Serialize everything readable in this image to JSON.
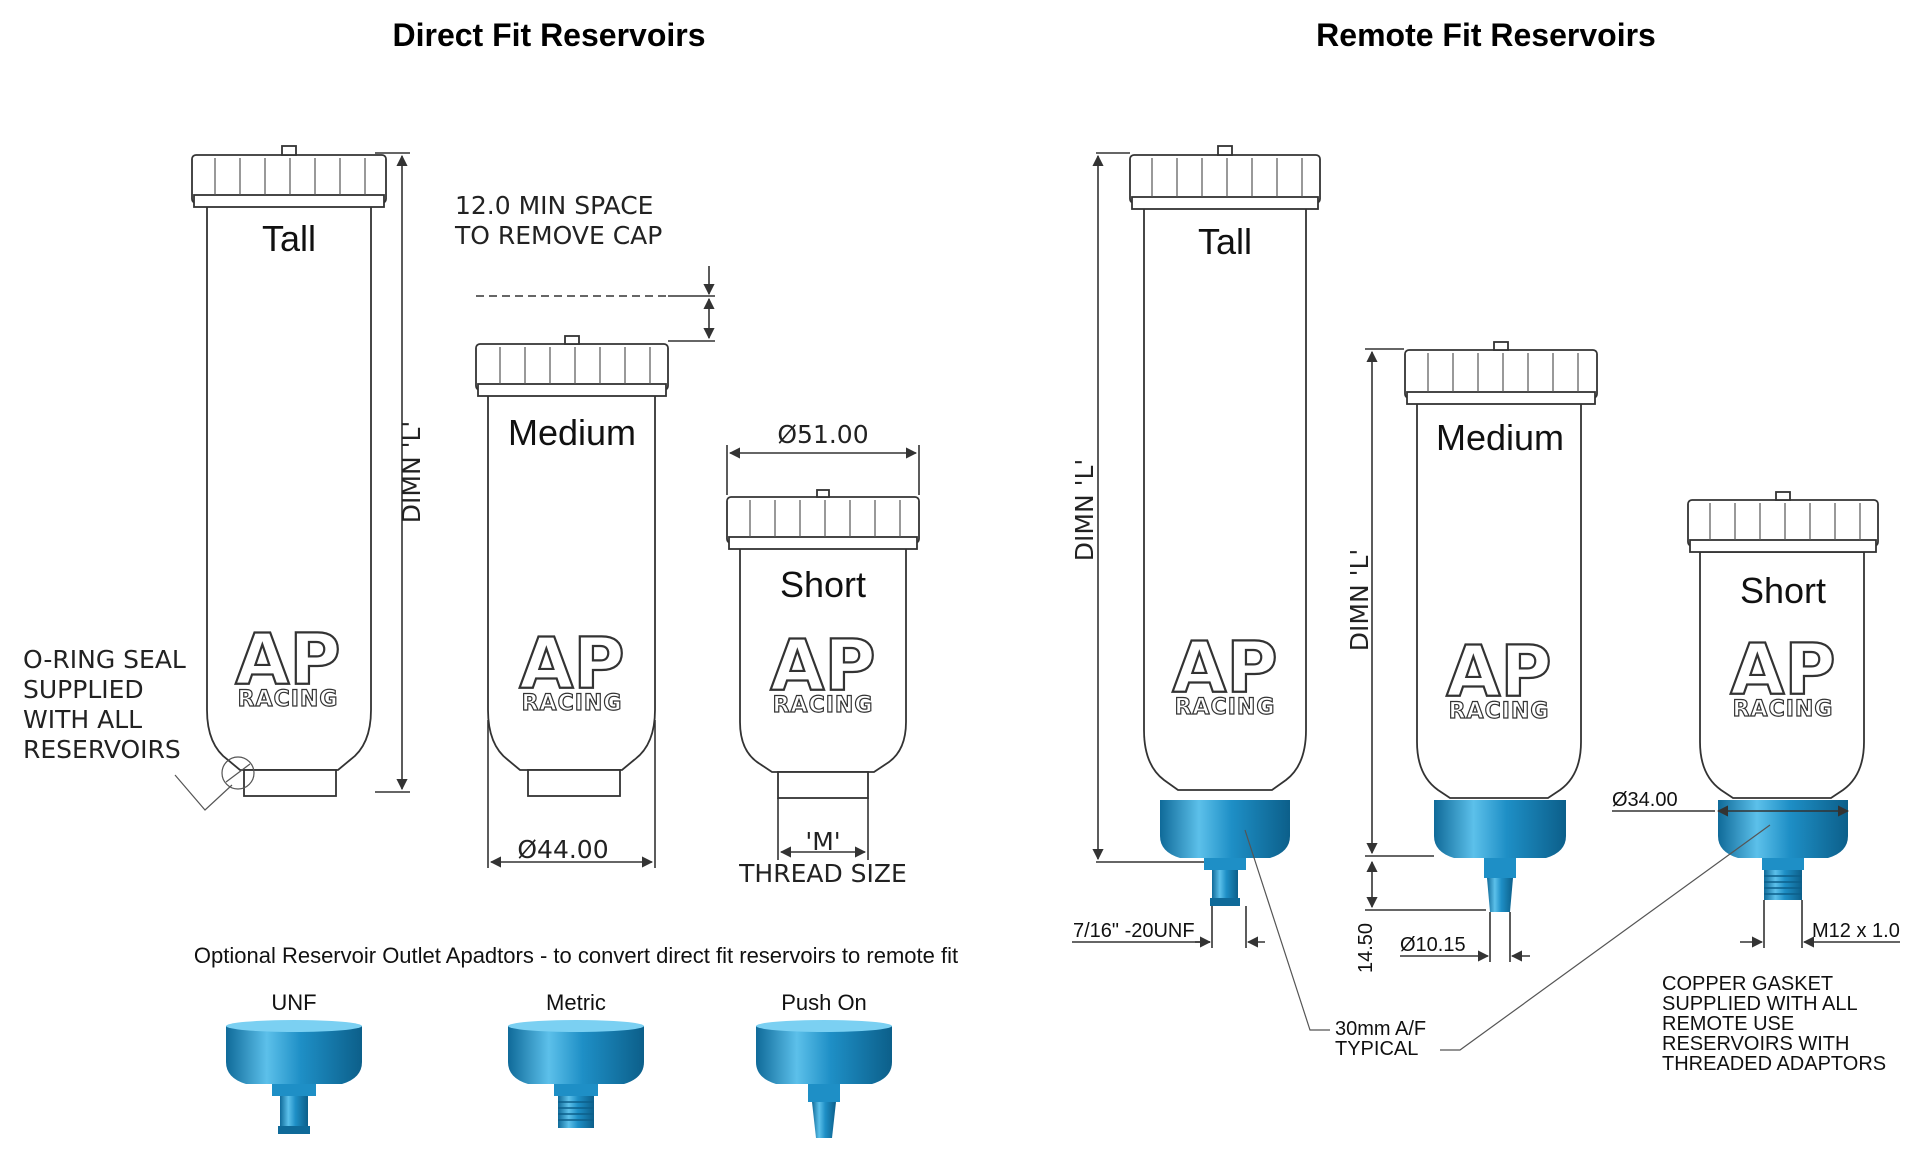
{
  "titles": {
    "direct": "Direct Fit Reservoirs",
    "remote": "Remote Fit Reservoirs"
  },
  "reservoir_names": {
    "tall": "Tall",
    "medium": "Medium",
    "short": "Short"
  },
  "logo": {
    "mark": "AP",
    "text": "RACING"
  },
  "direct_annotations": {
    "min_space_line1": "12.0 MIN SPACE",
    "min_space_line2": "TO REMOVE CAP",
    "dimn_l": "DIMN 'L'",
    "cap_dia": "Ø51.00",
    "body_dia": "Ø44.00",
    "thread_m": "'M'",
    "thread_size": "THREAD SIZE",
    "oring_line1": "O-RING SEAL",
    "oring_line2": "SUPPLIED",
    "oring_line3": "WITH ALL",
    "oring_line4": "RESERVOIRS"
  },
  "adaptors": {
    "caption": "Optional Reservoir Outlet Apadtors - to convert direct fit reservoirs to remote fit",
    "unf": "UNF",
    "metric": "Metric",
    "push_on": "Push On"
  },
  "remote_annotations": {
    "dimn_l_tall": "DIMN 'L'",
    "dimn_l_medium": "DIMN 'L'",
    "unf_thread": "7/16\" -20UNF",
    "height": "14.50",
    "barb_dia": "Ø10.15",
    "outlet_dia": "Ø34.00",
    "metric_thread": "M12 x 1.0",
    "af_line1": "30mm A/F",
    "af_line2": "TYPICAL",
    "gasket_line1": "COPPER GASKET",
    "gasket_line2": "SUPPLIED WITH ALL",
    "gasket_line3": "REMOTE USE",
    "gasket_line4": "RESERVOIRS WITH",
    "gasket_line5": "THREADED ADAPTORS"
  },
  "colors": {
    "adaptor_blue": "#1e8fc6",
    "adaptor_light": "#5cc0ea",
    "adaptor_dark": "#0f6a99",
    "line": "#333333"
  }
}
